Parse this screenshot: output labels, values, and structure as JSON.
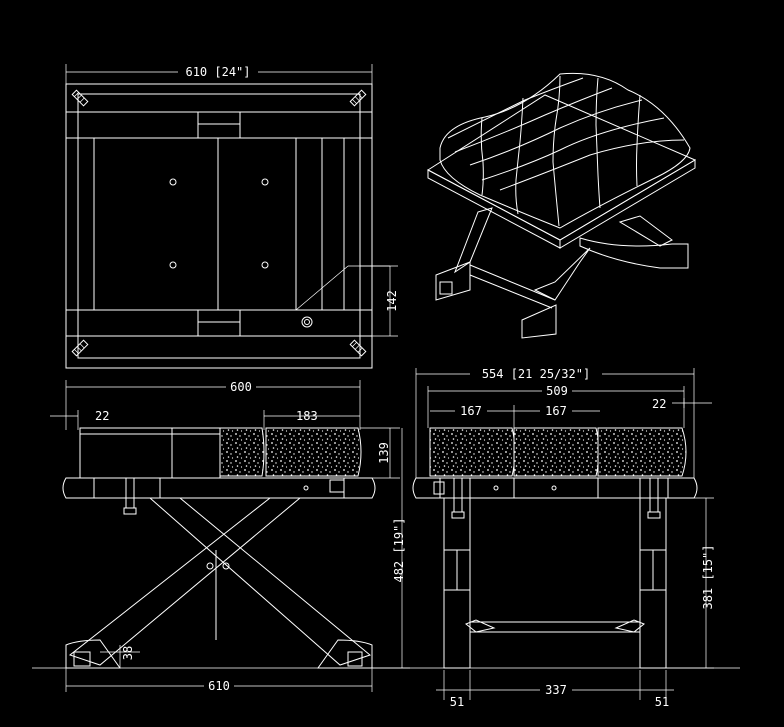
{
  "colors": {
    "background": "#000000",
    "lines": "#ffffff"
  },
  "top_view": {
    "width_dim": "610 [24\"]",
    "side_dim": "142"
  },
  "front_view": {
    "width_dim": "600",
    "inset_dim": "22",
    "cushion_dim": "183",
    "height_dim": "139",
    "total_height_dim": "482 [19\"]",
    "foot_dim": "38",
    "base_dim": "610"
  },
  "side_view": {
    "width_dim": "554 [21 25/32\"]",
    "seat_dim": "509",
    "cushion_a_dim": "167",
    "cushion_b_dim": "167",
    "inset_dim": "22",
    "height_dim": "381 [15\"]",
    "leg_left_dim": "51",
    "span_dim": "337",
    "leg_right_dim": "51"
  }
}
